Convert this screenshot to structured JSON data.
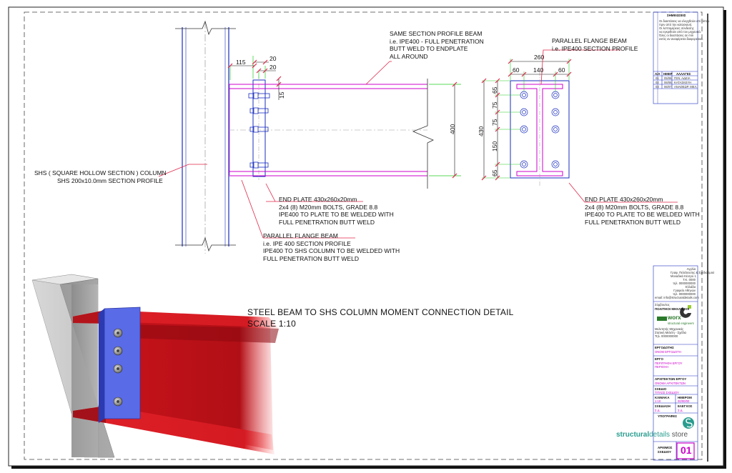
{
  "drawing": {
    "title_line1": "STEEL BEAM TO SHS COLUMN MOMENT CONNECTION DETAIL",
    "title_line2": "SCALE 1:10",
    "notes": {
      "beam": [
        "SAME SECTION PROFILE BEAM",
        "i.e. IPE400 - FULL PENETRATION",
        "BUTT WELD TO ENDPLATE",
        "ALL AROUND"
      ],
      "column": [
        "SHS ( SQUARE HOLLOW SECTION ) COLUMN",
        "SHS 200x10.0mm SECTION PROFILE"
      ],
      "end_plate_left": [
        "END PLATE 430x260x20mm",
        "2x4 (8) M20mm BOLTS, GRADE 8.8",
        "IPE400 TO PLATE TO BE WELDED WITH",
        "FULL PENETRATION BUTT WELD"
      ],
      "flange_beam": [
        "PARALLEL FLANGE BEAM",
        "i.e. IPE 400 SECTION PROFILE",
        "IPE400 TO SHS COLUMN TO BE WELDED WITH",
        "FULL PENETRATION BUTT WELD"
      ],
      "parallel_flange_right": [
        "PARALLEL FLANGE BEAM",
        "i.e. IPE400 SECTION PROFILE"
      ],
      "end_plate_right": [
        "END PLATE 430x260x20mm",
        "2x4 (8) M20mm BOLTS, GRADE 8.8",
        "IPE400 TO PLATE TO BE WELDED WITH",
        "FULL PENETRATION BUTT WELD"
      ]
    },
    "dims": {
      "d115": "115",
      "d20a": "20",
      "d20b": "20",
      "d15": "15",
      "d400": "400",
      "d260": "260",
      "d60a": "60",
      "d140": "140",
      "d60b": "60",
      "d430": "430",
      "d65a": "65",
      "d75a": "75",
      "d75b": "75",
      "d150": "150",
      "d65b": "65"
    }
  },
  "title_block": {
    "header": "ΣΗΜΕΙΩΣΕΙΣ",
    "notes_text": [
      "Οι διαστάσεις να ελεγχθούν επί τόπου",
      "πριν από την κατασκευή.",
      "Οι λεπτομέρειες σύνδεσης",
      "να εγκριθούν από τον μηχανικό.",
      "Όλες οι διαστάσεις σε mm",
      "εκτός αν αναφέρεται διαφορετικά."
    ],
    "rev_headers": [
      "Α/Α",
      "ΗΜΕΡ",
      "ΑΛΛΑΓΕΣ"
    ],
    "revisions": [
      [
        "01",
        "05/06",
        "ΓΕΝ. ΑΔΕΙΑ"
      ],
      [
        "02",
        "06/06",
        "ΚΑΤΑΣΚΕΥΗ"
      ],
      [
        "03",
        "06/07",
        "ΑΝΑΘΕΩΡ. ΜΕΛ."
      ]
    ],
    "company_block": [
      "Αγγλία",
      "Γραφ. Πελάτευσης & Σχεδιασμού",
      "Μοναδικό Κέντρο 1",
      "Τ.Κ. 0000",
      "τηλ. 0000000000",
      "Ελλάδα",
      "Γραφείο Αθηνών",
      "τηλ. 0000000000"
    ],
    "email": "email: info@structuraldetails.com",
    "engineers_label": "Σύμβουλος",
    "engineers_name": "ΠΟΛΙΤΙΚΟΙ ΜΗΧΑΝΙΚΟΙ",
    "logo_text": "worx",
    "logo_sub": "structural engineers",
    "engineer_lines": [
      "Μελετητής Μηχανικός",
      "Στατική Μελέτη - Σχέδια",
      "Τηλ. 0000000000"
    ],
    "client_label": "ΕΡΓΟΔΟΤΗΣ",
    "client_value": "ΟΝΟΜ ΕΡΓΟΔΟΤΗ",
    "project_label": "ΕΡΓΟ",
    "project_value": [
      "ΠΕΡΙΓΡΑΦΗ ΕΡΓΟΥ",
      "ΠΕΡΙΟΧΗ"
    ],
    "arch_label": "ΑΡΧΙΤΕΚΤΩΝ ΕΡΓΟΥ",
    "arch_value": "ΟΝΟΜΑ ΑΡΧΙΤΕΚΤΩΝ",
    "drawing_label": "ΣΧΕΔΙΟ",
    "drawing_value": "ΤΙΤΛΟΣ ΣΧΕΔΙΟΥ",
    "scale_label": "ΚΛΙΜΑΚΑ",
    "scale_value": "1:10",
    "date_label": "ΗΜΕΡΟΜ",
    "date_value": "00/00/00",
    "drawn_label": "ΣΧΕΔΙΑΣΗ",
    "drawn_value": "Σ.Δ.",
    "checked_label": "ΕΛΕΓΧΟΣ",
    "checked_value": "Σ.Δ.",
    "signatures_label": "ΥΠΟΓΡΑΦΕΣ",
    "brand_a": "structural",
    "brand_b": "details",
    "brand_c": " store",
    "sheet_label_1": "ΑΡΙΘΜΟΣ",
    "sheet_label_2": "ΣΧΕΔΙΟΥ",
    "sheet_number": "01"
  },
  "colors": {
    "beam_red": "#d4161c",
    "plate_blue": "#4a5ce0",
    "magenta": "#cc00cc",
    "green": "#22cc22",
    "leader": "#e0284a",
    "teal": "#2a9d8f"
  }
}
